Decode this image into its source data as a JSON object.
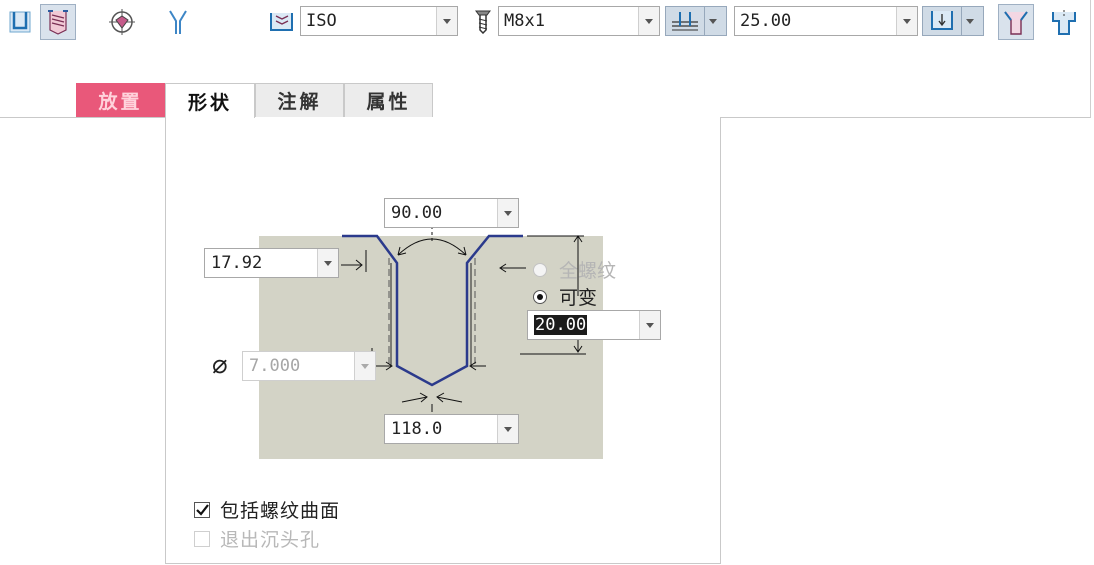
{
  "toolbar": {
    "standard": {
      "value": "ISO"
    },
    "screw_size": {
      "value": "M8x1"
    },
    "depth": {
      "value": "25.00"
    }
  },
  "tabs": [
    {
      "label": "放置"
    },
    {
      "label": "形状"
    },
    {
      "label": "注解"
    },
    {
      "label": "属性"
    }
  ],
  "shape_panel": {
    "countersink_angle": "90.00",
    "countersink_diameter": "17.92",
    "hole_diameter_symbol": "⌀",
    "hole_diameter": "7.000",
    "drill_tip_angle": "118.0",
    "thread_depth": "20.00",
    "thread_options": [
      {
        "label": "全螺纹",
        "selected": false,
        "enabled": false
      },
      {
        "label": "可变",
        "selected": true,
        "enabled": true
      }
    ],
    "checkboxes": [
      {
        "label": "包括螺纹曲面",
        "checked": true,
        "enabled": true
      },
      {
        "label": "退出沉头孔",
        "checked": false,
        "enabled": false
      }
    ]
  },
  "colors": {
    "accent_tab": "#e9587a",
    "profile_line": "#2b3a8c",
    "graphic_background": "#d3d3c6"
  }
}
